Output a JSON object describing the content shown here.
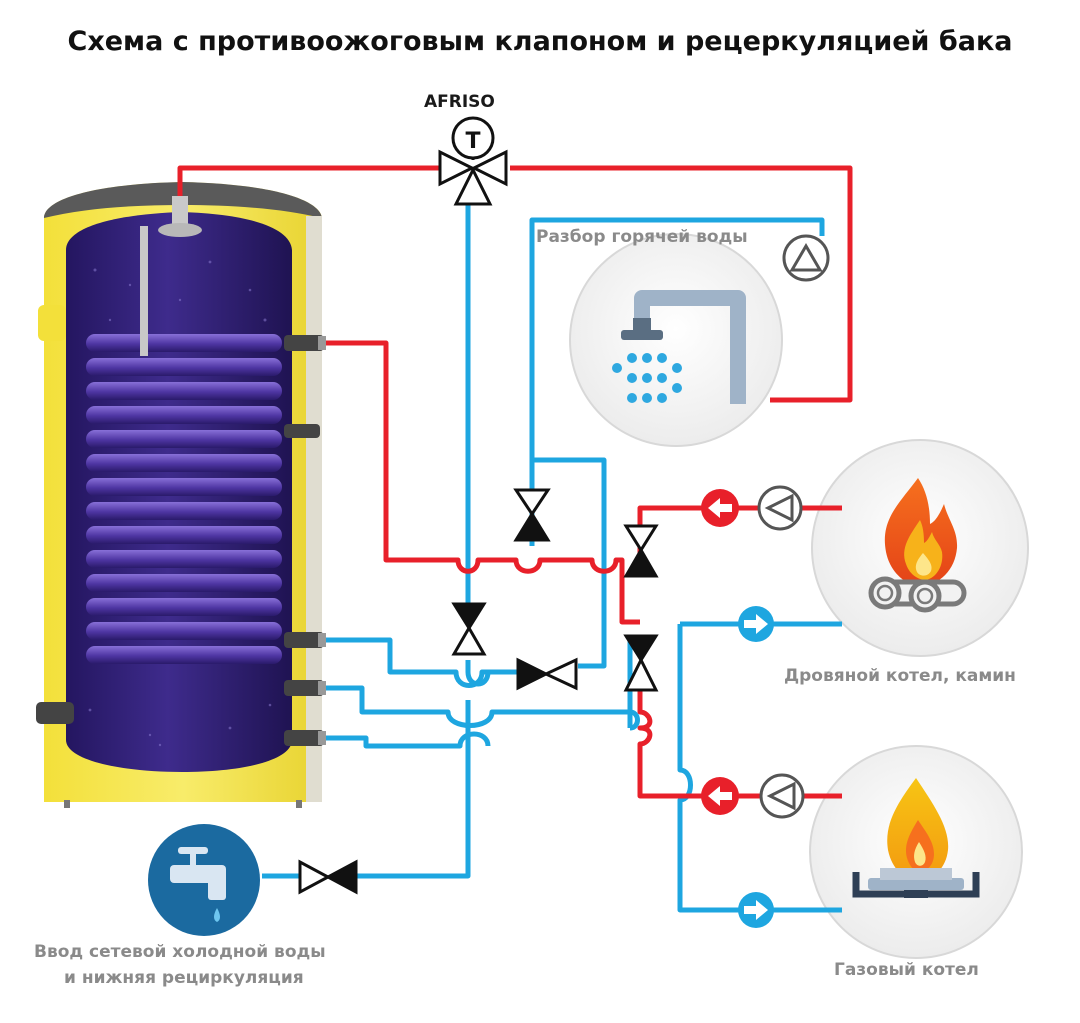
{
  "title": "Схема с противоожоговым клапоном и рецеркуляцией бака",
  "labels": {
    "afriso": "AFRISO",
    "mixing_valve_symbol": "T",
    "hot_water": "Разбор горячей воды",
    "wood_boiler": "Дровяной котел, камин",
    "gas_boiler": "Газовый котел",
    "cold_inlet_line1": "Ввод  сетевой холодной воды",
    "cold_inlet_line2": "и нижняя рециркуляция"
  },
  "colors": {
    "hot_pipe": "#e8202a",
    "cold_pipe": "#1ea6e0",
    "tank_shell": "#f5e64c",
    "tank_interior": "#3a2880",
    "coil": "#5a3fb0",
    "label_gray": "#8a8a8a",
    "badge_red": "#e8202a",
    "badge_blue": "#1ea6e0",
    "faucet_bg": "#1b6aa0"
  },
  "icons": [
    "mixing-valve-icon",
    "shower-icon",
    "pump-icon",
    "fire-icon",
    "gas-burner-icon",
    "faucet-icon",
    "ball-valve-icon",
    "check-valve-icon"
  ]
}
